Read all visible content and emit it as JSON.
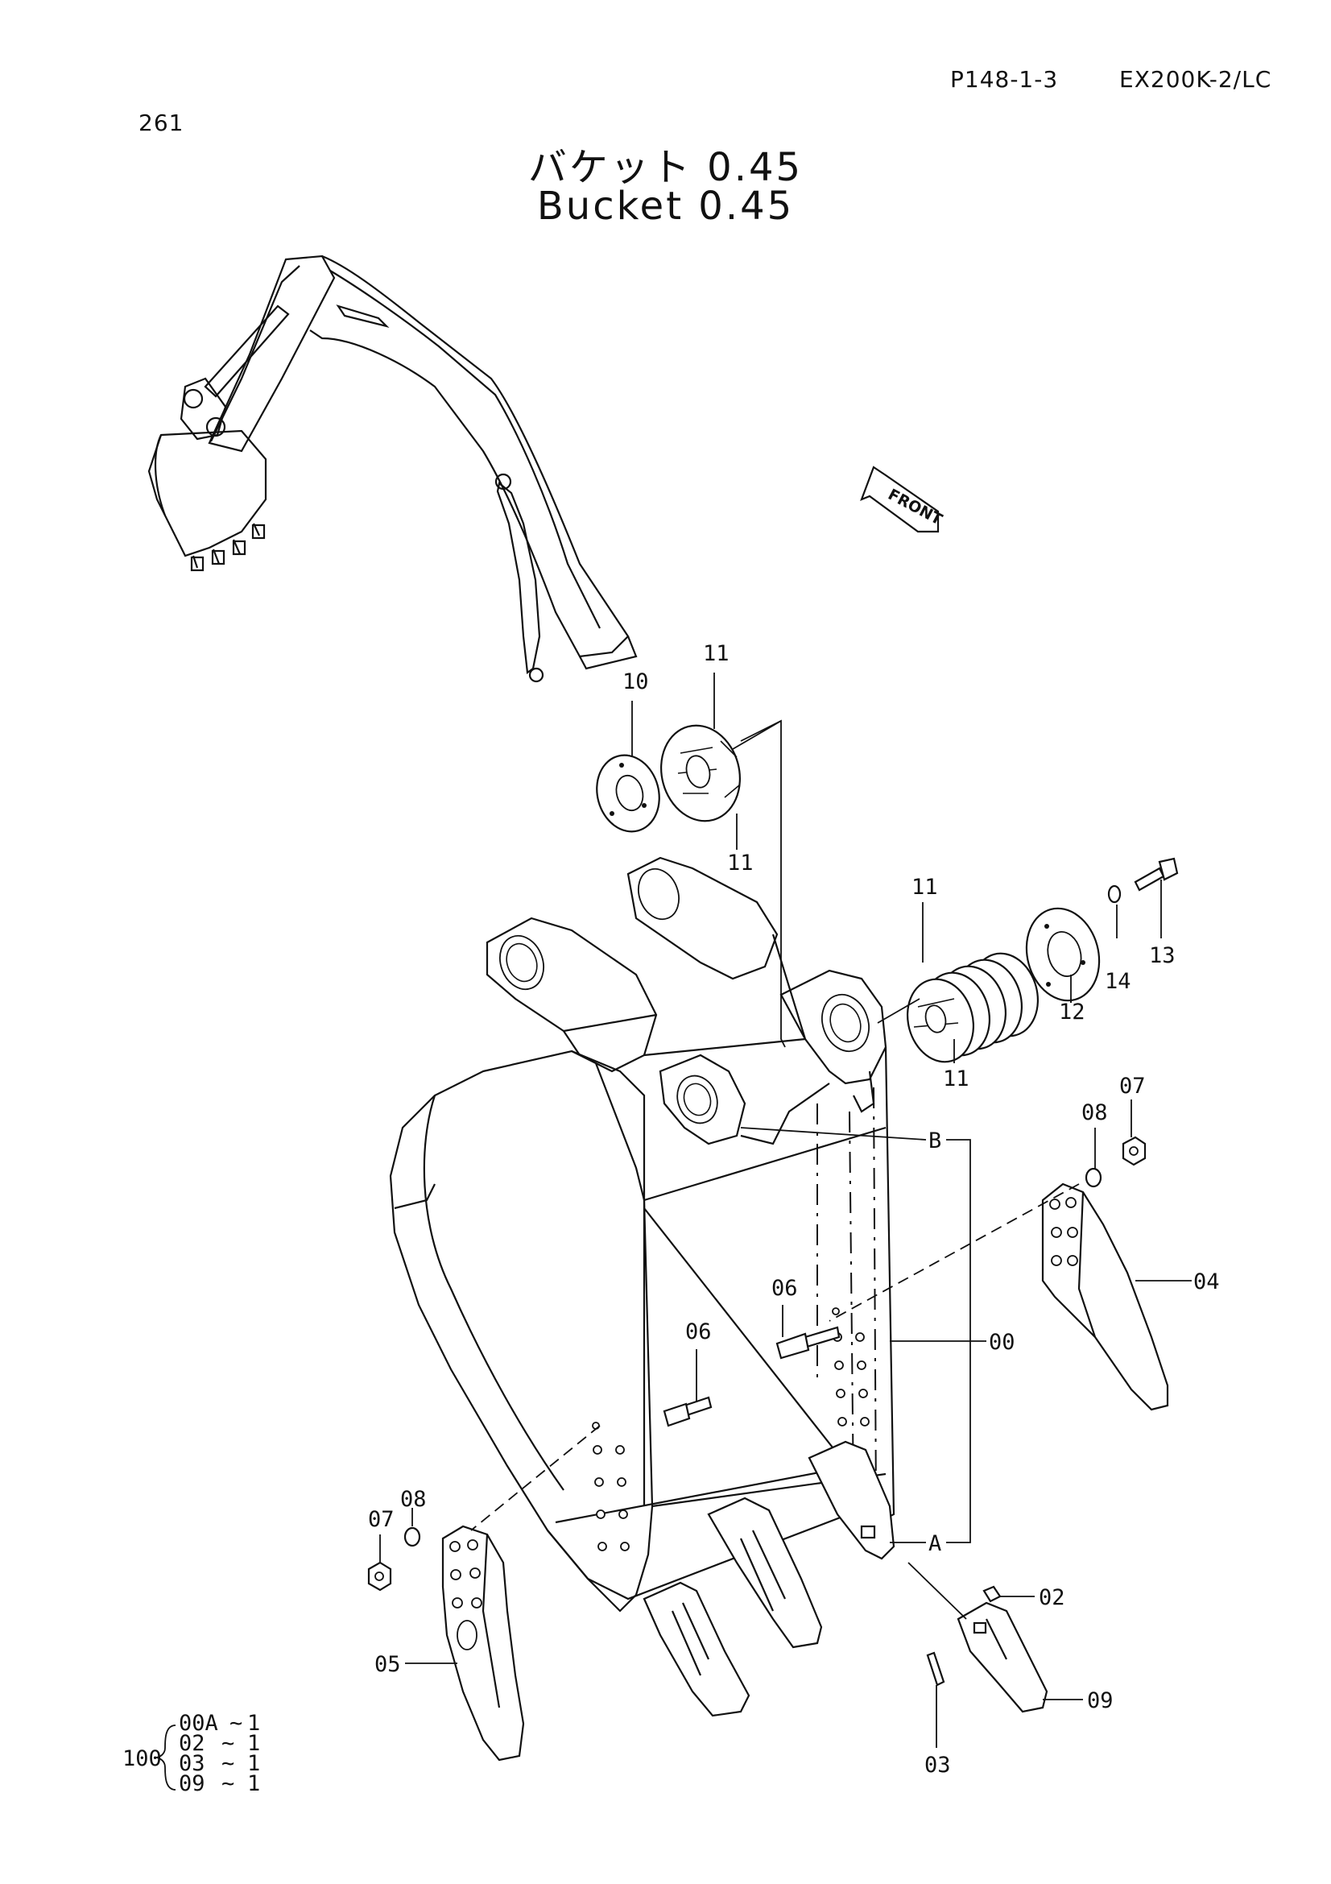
{
  "header": {
    "page_number": "261",
    "catalog_ref": "P148-1-3",
    "model": "EX200K-2/LC"
  },
  "title": {
    "jp": "バケット 0.45",
    "en": "Bucket 0.45"
  },
  "direction_label": "FRONT",
  "callouts": {
    "c00": "00",
    "c02": "02",
    "c03": "03",
    "c04": "04",
    "c05": "05",
    "c06a": "06",
    "c06b": "06",
    "c07a": "07",
    "c07b": "07",
    "c08a": "08",
    "c08b": "08",
    "c09": "09",
    "c10": "10",
    "c11a": "11",
    "c11b": "11",
    "c11c": "11",
    "c11d": "11",
    "c12": "12",
    "c13": "13",
    "c14": "14",
    "refA": "A",
    "refB": "B"
  },
  "assembly_note": {
    "number": "100",
    "items": [
      {
        "part": "00A",
        "sep": "~",
        "qty": "1"
      },
      {
        "part": "02",
        "sep": "~",
        "qty": "1"
      },
      {
        "part": "03",
        "sep": "~",
        "qty": "1"
      },
      {
        "part": "09",
        "sep": "~",
        "qty": "1"
      }
    ]
  }
}
